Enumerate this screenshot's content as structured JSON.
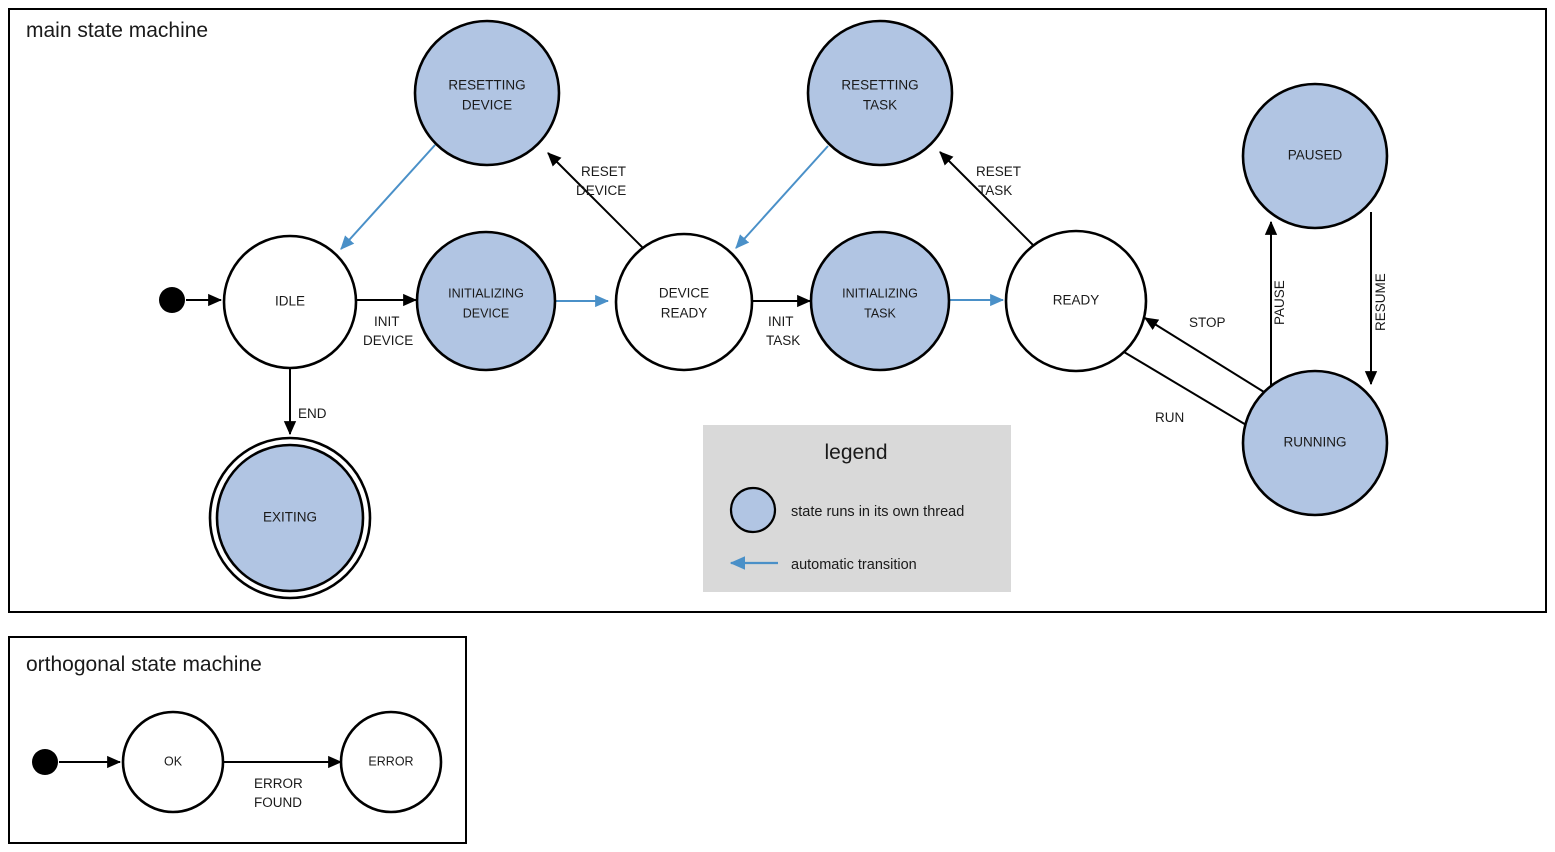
{
  "colors": {
    "thread_state_fill": "#b1c5e3",
    "auto_transition": "#4a90c8",
    "stroke": "#000000",
    "legend_bg": "#d9d9d9",
    "page_bg": "#ffffff"
  },
  "main_machine": {
    "title": "main state machine",
    "states": [
      {
        "id": "idle",
        "label_line1": "IDLE",
        "label_line2": "",
        "threaded": false,
        "final": false
      },
      {
        "id": "resetting-device",
        "label_line1": "RESETTING",
        "label_line2": "DEVICE",
        "threaded": true,
        "final": false
      },
      {
        "id": "initializing-device",
        "label_line1": "INITIALIZING",
        "label_line2": "DEVICE",
        "threaded": true,
        "final": false
      },
      {
        "id": "device-ready",
        "label_line1": "DEVICE",
        "label_line2": "READY",
        "threaded": false,
        "final": false
      },
      {
        "id": "resetting-task",
        "label_line1": "RESETTING",
        "label_line2": "TASK",
        "threaded": true,
        "final": false
      },
      {
        "id": "initializing-task",
        "label_line1": "INITIALIZING",
        "label_line2": "TASK",
        "threaded": true,
        "final": false
      },
      {
        "id": "ready",
        "label_line1": "READY",
        "label_line2": "",
        "threaded": false,
        "final": false
      },
      {
        "id": "paused",
        "label_line1": "PAUSED",
        "label_line2": "",
        "threaded": true,
        "final": false
      },
      {
        "id": "running",
        "label_line1": "RUNNING",
        "label_line2": "",
        "threaded": true,
        "final": false
      },
      {
        "id": "exiting",
        "label_line1": "EXITING",
        "label_line2": "",
        "threaded": true,
        "final": true
      }
    ],
    "transitions": [
      {
        "id": "start-idle",
        "from": "start",
        "to": "idle",
        "label_line1": "",
        "label_line2": "",
        "automatic": false
      },
      {
        "id": "idle-init-device",
        "from": "idle",
        "to": "initializing-device",
        "label_line1": "INIT",
        "label_line2": "DEVICE",
        "automatic": false
      },
      {
        "id": "idle-end",
        "from": "idle",
        "to": "exiting",
        "label_line1": "END",
        "label_line2": "",
        "automatic": false
      },
      {
        "id": "initdev-devready",
        "from": "initializing-device",
        "to": "device-ready",
        "label_line1": "",
        "label_line2": "",
        "automatic": true
      },
      {
        "id": "devready-reset",
        "from": "device-ready",
        "to": "resetting-device",
        "label_line1": "RESET",
        "label_line2": "DEVICE",
        "automatic": false
      },
      {
        "id": "resetdev-idle",
        "from": "resetting-device",
        "to": "idle",
        "label_line1": "",
        "label_line2": "",
        "automatic": true
      },
      {
        "id": "devready-init-task",
        "from": "device-ready",
        "to": "initializing-task",
        "label_line1": "INIT",
        "label_line2": "TASK",
        "automatic": false
      },
      {
        "id": "inittask-ready",
        "from": "initializing-task",
        "to": "ready",
        "label_line1": "",
        "label_line2": "",
        "automatic": true
      },
      {
        "id": "ready-reset-task",
        "from": "ready",
        "to": "resetting-task",
        "label_line1": "RESET",
        "label_line2": "TASK",
        "automatic": false
      },
      {
        "id": "resettask-devready",
        "from": "resetting-task",
        "to": "device-ready",
        "label_line1": "",
        "label_line2": "",
        "automatic": true
      },
      {
        "id": "ready-run",
        "from": "ready",
        "to": "running",
        "label_line1": "RUN",
        "label_line2": "",
        "automatic": false
      },
      {
        "id": "running-stop",
        "from": "running",
        "to": "ready",
        "label_line1": "STOP",
        "label_line2": "",
        "automatic": false
      },
      {
        "id": "running-pause",
        "from": "running",
        "to": "paused",
        "label_line1": "PAUSE",
        "label_line2": "",
        "automatic": false
      },
      {
        "id": "paused-resume",
        "from": "paused",
        "to": "running",
        "label_line1": "RESUME",
        "label_line2": "",
        "automatic": false
      }
    ]
  },
  "legend": {
    "title": "legend",
    "items": [
      {
        "id": "threaded-state",
        "symbol": "filled-circle-swatch",
        "text": "state runs in its own thread"
      },
      {
        "id": "automatic-transition",
        "symbol": "blue-arrow-swatch",
        "text": "automatic transition"
      }
    ]
  },
  "orthogonal_machine": {
    "title": "orthogonal state machine",
    "states": [
      {
        "id": "ok",
        "label": "OK"
      },
      {
        "id": "error",
        "label": "ERROR"
      }
    ],
    "transitions": [
      {
        "id": "start-ok",
        "from": "start",
        "to": "ok",
        "label_line1": "",
        "label_line2": ""
      },
      {
        "id": "ok-error",
        "from": "ok",
        "to": "error",
        "label_line1": "ERROR",
        "label_line2": "FOUND"
      }
    ]
  }
}
